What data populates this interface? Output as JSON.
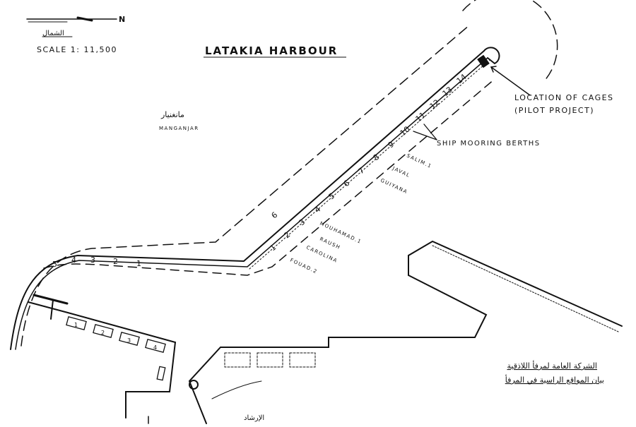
{
  "title": "LATAKIA HARBOUR",
  "north_arrow": {
    "label": "N",
    "arabic_caption": "الشمال"
  },
  "scale": "SCALE 1: 11,500",
  "annotations": {
    "cages": [
      "LOCATION OF CAGES",
      "(PILOT PROJECT)"
    ],
    "berths": "SHIP MOORING BERTHS"
  },
  "diagonal_berths": [
    "1",
    "2",
    "3",
    "4",
    "5",
    "6",
    "7",
    "8",
    "9",
    "10",
    "11",
    "12",
    "13",
    "14"
  ],
  "curve_berths": [
    "5",
    "4",
    "3",
    "2",
    "1"
  ],
  "upper_berth": "6",
  "anchorage_label": "MANGANJAR",
  "ship_names": [
    "MOUHAMAD.1",
    "RAUSH",
    "CAROLINA",
    "FOUAD.2",
    "SALIM.1",
    "JAVAL",
    "GUIYANA"
  ],
  "arabic_footer": [
    "الشركة العامة لمرفأ اللاذقية",
    "بيان المواقع الراسية في المرفأ"
  ],
  "bottom_label": "الإرشاد",
  "sheds": [
    "1",
    "2",
    "3",
    "4"
  ],
  "colors": {
    "ink": "#111111",
    "paper": "#ffffff"
  }
}
